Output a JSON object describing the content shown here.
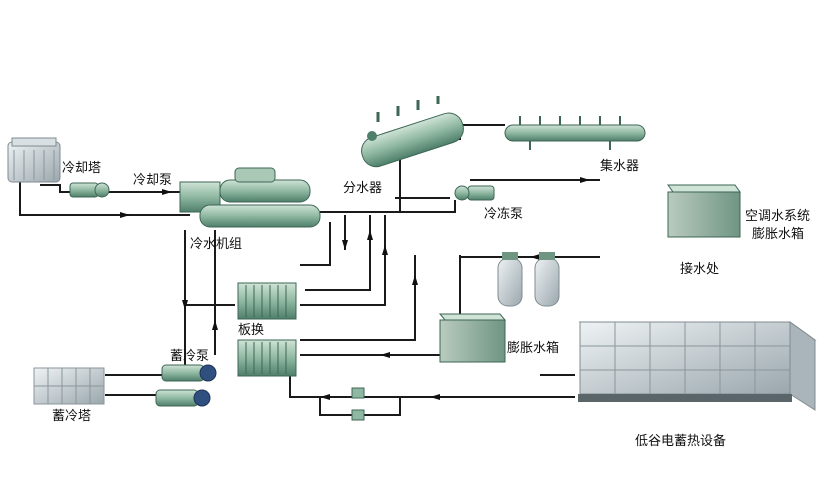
{
  "labels": {
    "cooling_tower": "冷却塔",
    "cooling_pump": "冷却泵",
    "chiller": "冷水机组",
    "water_distributor": "分水器",
    "chilled_pump": "冷冻泵",
    "water_collector": "集水器",
    "ac_expansion_line1": "空调水系统",
    "ac_expansion_line2": "膨胀水箱",
    "water_inlet": "接水处",
    "plate_exchanger": "板换",
    "storage_pump": "蓄冷泵",
    "expansion_tank": "膨胀水箱",
    "storage_tower": "蓄冷塔",
    "valley_storage": "低谷电蓄热设备"
  },
  "colors": {
    "pipe": "#1a1a1a",
    "equipment_green": "#8fb8a2",
    "equipment_dark_green": "#4e7f6a",
    "tank_steel": "#c9d2d6",
    "arrow": "#111111"
  }
}
